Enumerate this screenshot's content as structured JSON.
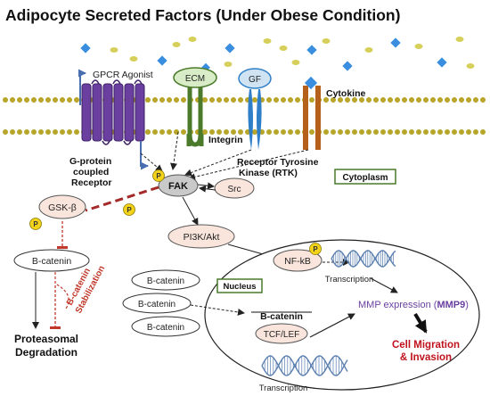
{
  "title": "Adipocyte Secreted Factors (Under Obese Condition)",
  "receptors": {
    "gpcr_agonist": "GPCR Agonist",
    "gpcr_line1": "G-protein",
    "gpcr_line2": "coupled",
    "gpcr_line3": "Receptor",
    "ecm": "ECM",
    "integrin": "Integrin",
    "gf": "GF",
    "rtk_line1": "Receptor Tyrosine",
    "rtk_line2": "Kinase (RTK)",
    "cytokine": "Cytokine"
  },
  "compartments": {
    "cytoplasm": "Cytoplasm",
    "nucleus": "Nucleus"
  },
  "nodes": {
    "fak": "FAK",
    "src": "Src",
    "gsk": "GSK-β",
    "pi3k": "PI3K/Akt",
    "nfkb": "NF-kB",
    "bcatenin": "B-catenin",
    "bcatenin_list": [
      "B-catenin",
      "B-catenin",
      "B-catenin"
    ],
    "bcatenin_nuclear": "B-catenin",
    "tcflef": "TCF/LEF",
    "phospho": "P"
  },
  "labels": {
    "stabilization_line1": "B-catenin",
    "stabilization_line2": "Stabilization",
    "proteasomal_line1": "Proteasomal",
    "proteasomal_line2": "Degradation",
    "transcription_top": "Transcription",
    "transcription_bottom": "Transcription",
    "mmp_text": "MMP expression (",
    "mmp9": "MMP9",
    "mmp_close": ")",
    "migration_line1": "Cell Migration",
    "migration_line2": "& Invasion"
  },
  "colors": {
    "gpcr": "#6a3fa0",
    "integrin": "#4a7a2a",
    "ecm_fill": "#d9ecc8",
    "rtk": "#2f7fc8",
    "gf_fill": "#cfe3f3",
    "cytokine_receptor": "#b5611b",
    "membrane_head": "#b8a52a",
    "node_fill": "#f9e5dc",
    "fak_fill": "#c9c9c9",
    "phospho": "#f2d21a",
    "inhibit": "#c0392b",
    "dna": "#5a7fb0",
    "mmp": "#6a3fa0",
    "migration": "#c0121c"
  }
}
